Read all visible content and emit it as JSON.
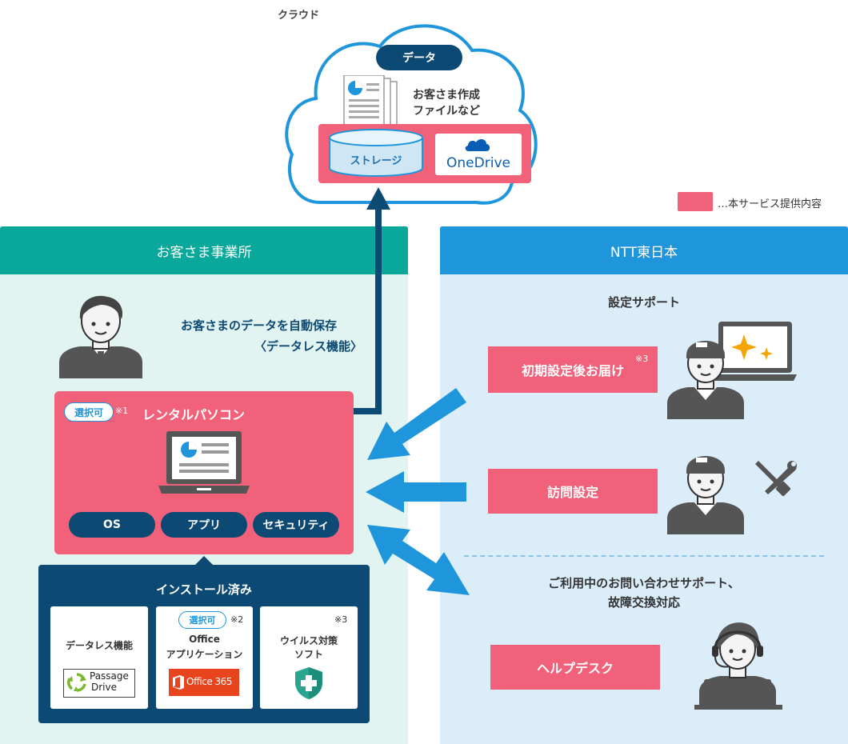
{
  "cloud": {
    "label": "クラウド",
    "data_pill": "データ",
    "docs_caption_1": "お客さま作成",
    "docs_caption_2": "ファイルなど",
    "storage": "ストレージ",
    "onedrive": "OneDrive"
  },
  "legend": {
    "text": "…本サービス提供内容",
    "color": "#f2617a"
  },
  "left": {
    "header": "お客さま事業所",
    "auto_save_1": "お客さまのデータを自動保存",
    "auto_save_2": "〈データレス機能〉",
    "rental": {
      "tag": "選択可",
      "note": "※1",
      "title": "レンタルパソコン",
      "pills": [
        "OS",
        "アプリ",
        "セキュリティ"
      ]
    },
    "installed": {
      "title": "インストール済み",
      "card1": {
        "title": "データレス機能",
        "logo_1": "Passage",
        "logo_2": "Drive"
      },
      "card2": {
        "tag": "選択可",
        "note": "※2",
        "title_1": "Office",
        "title_2": "アプリケーション",
        "logo": "Office 365"
      },
      "card3": {
        "note": "※3",
        "title_1": "ウイルス対策",
        "title_2": "ソフト"
      }
    }
  },
  "right": {
    "header": "NTT東日本",
    "setup_support": "設定サポート",
    "initial_setup": "初期設定後お届け",
    "initial_note": "※3",
    "visit_setup": "訪問設定",
    "inquiry_1": "ご利用中のお問い合わせサポート、",
    "inquiry_2": "故障交換対応",
    "helpdesk": "ヘルプデスク"
  }
}
